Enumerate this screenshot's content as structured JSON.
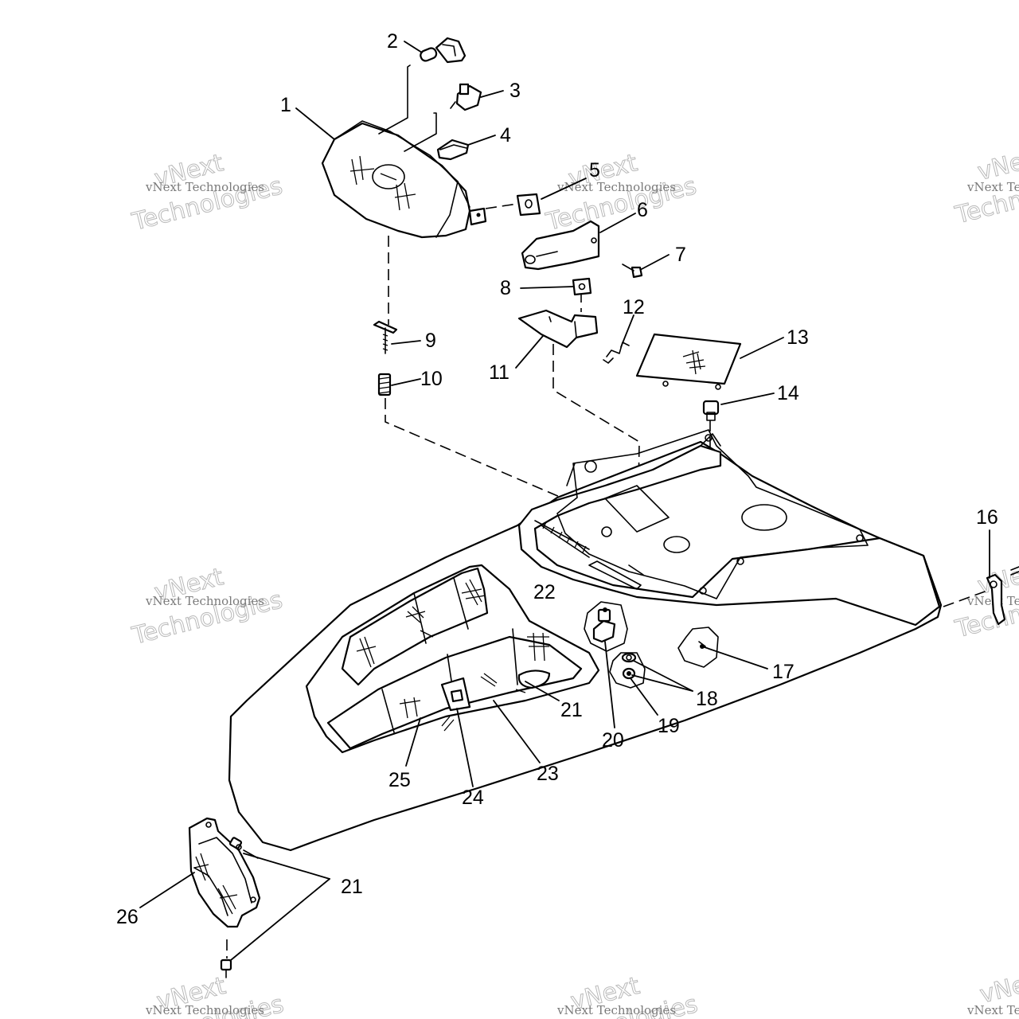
{
  "callouts": {
    "c1": "1",
    "c2": "2",
    "c3": "3",
    "c4": "4",
    "c5": "5",
    "c6": "6",
    "c7": "7",
    "c8": "8",
    "c9": "9",
    "c10": "10",
    "c11": "11",
    "c12": "12",
    "c13": "13",
    "c14": "14",
    "c16": "16",
    "c17": "17",
    "c18": "18",
    "c19": "19",
    "c20": "20",
    "c21a": "21",
    "c21b": "21",
    "c22": "22",
    "c23": "23",
    "c24": "24",
    "c25": "25",
    "c26": "26"
  },
  "watermark": {
    "company": "vNext Technologies",
    "brand_top": "vNext",
    "brand_bottom": "Technologies"
  }
}
